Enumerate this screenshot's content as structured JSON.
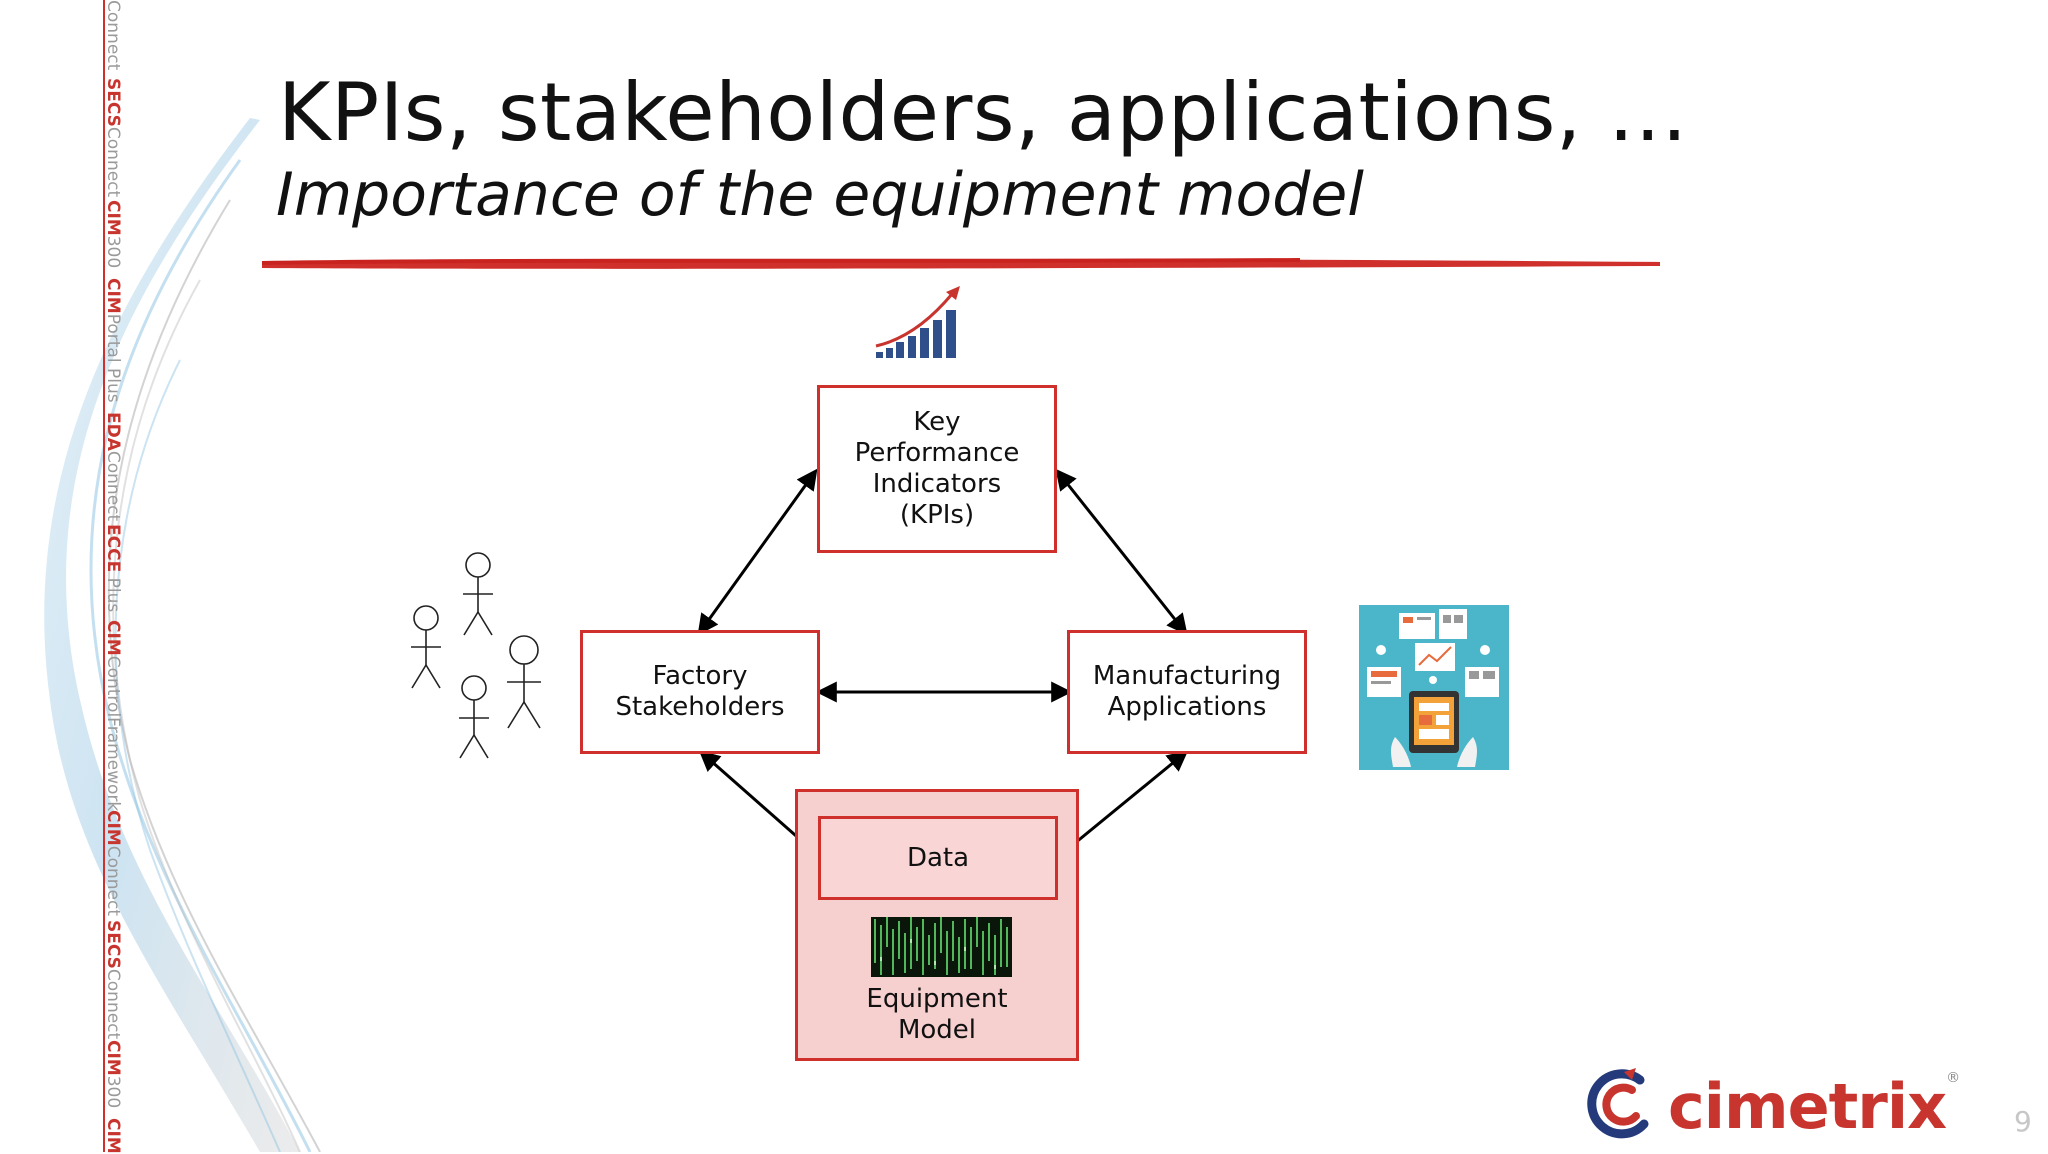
{
  "slide": {
    "title": "KPIs, stakeholders, applications, …",
    "subtitle": "Importance of the equipment model",
    "page_number": "9"
  },
  "side_strip": [
    {
      "bold": "",
      "text": "Connect"
    },
    {
      "bold": "SECS",
      "text": "Connect"
    },
    {
      "bold": "CIM",
      "text": "300"
    },
    {
      "bold": "CIM",
      "text": "Portal Plus"
    },
    {
      "bold": "EDA",
      "text": "Connect"
    },
    {
      "bold": "ECCE",
      "text": " Plus"
    },
    {
      "bold": "CIM",
      "text": "ControlFramework"
    },
    {
      "bold": "CIM",
      "text": "Connect"
    },
    {
      "bold": "SECS",
      "text": "Connect"
    },
    {
      "bold": "CIM",
      "text": "300"
    },
    {
      "bold": "CIM",
      "text": ""
    }
  ],
  "diagram": {
    "kpi_box": "Key\nPerformance\nIndicators\n(KPIs)",
    "stakeholders_box": "Factory\nStakeholders",
    "applications_box": "Manufacturing\nApplications",
    "data_box": "Data",
    "model_label": "Equipment\nModel"
  },
  "icons": {
    "kpi_chart": "bar-chart-growth-icon",
    "people": "stick-figures-icon",
    "apps": "tablet-apps-icon",
    "matrix": "matrix-code-icon"
  },
  "logo": {
    "text": "cimetrix",
    "registered": "®"
  },
  "colors": {
    "accent_red": "#d0302b",
    "model_fill": "#f6d0cf",
    "chart_blue": "#2f4f8a",
    "apps_bg": "#4bb6c9"
  }
}
